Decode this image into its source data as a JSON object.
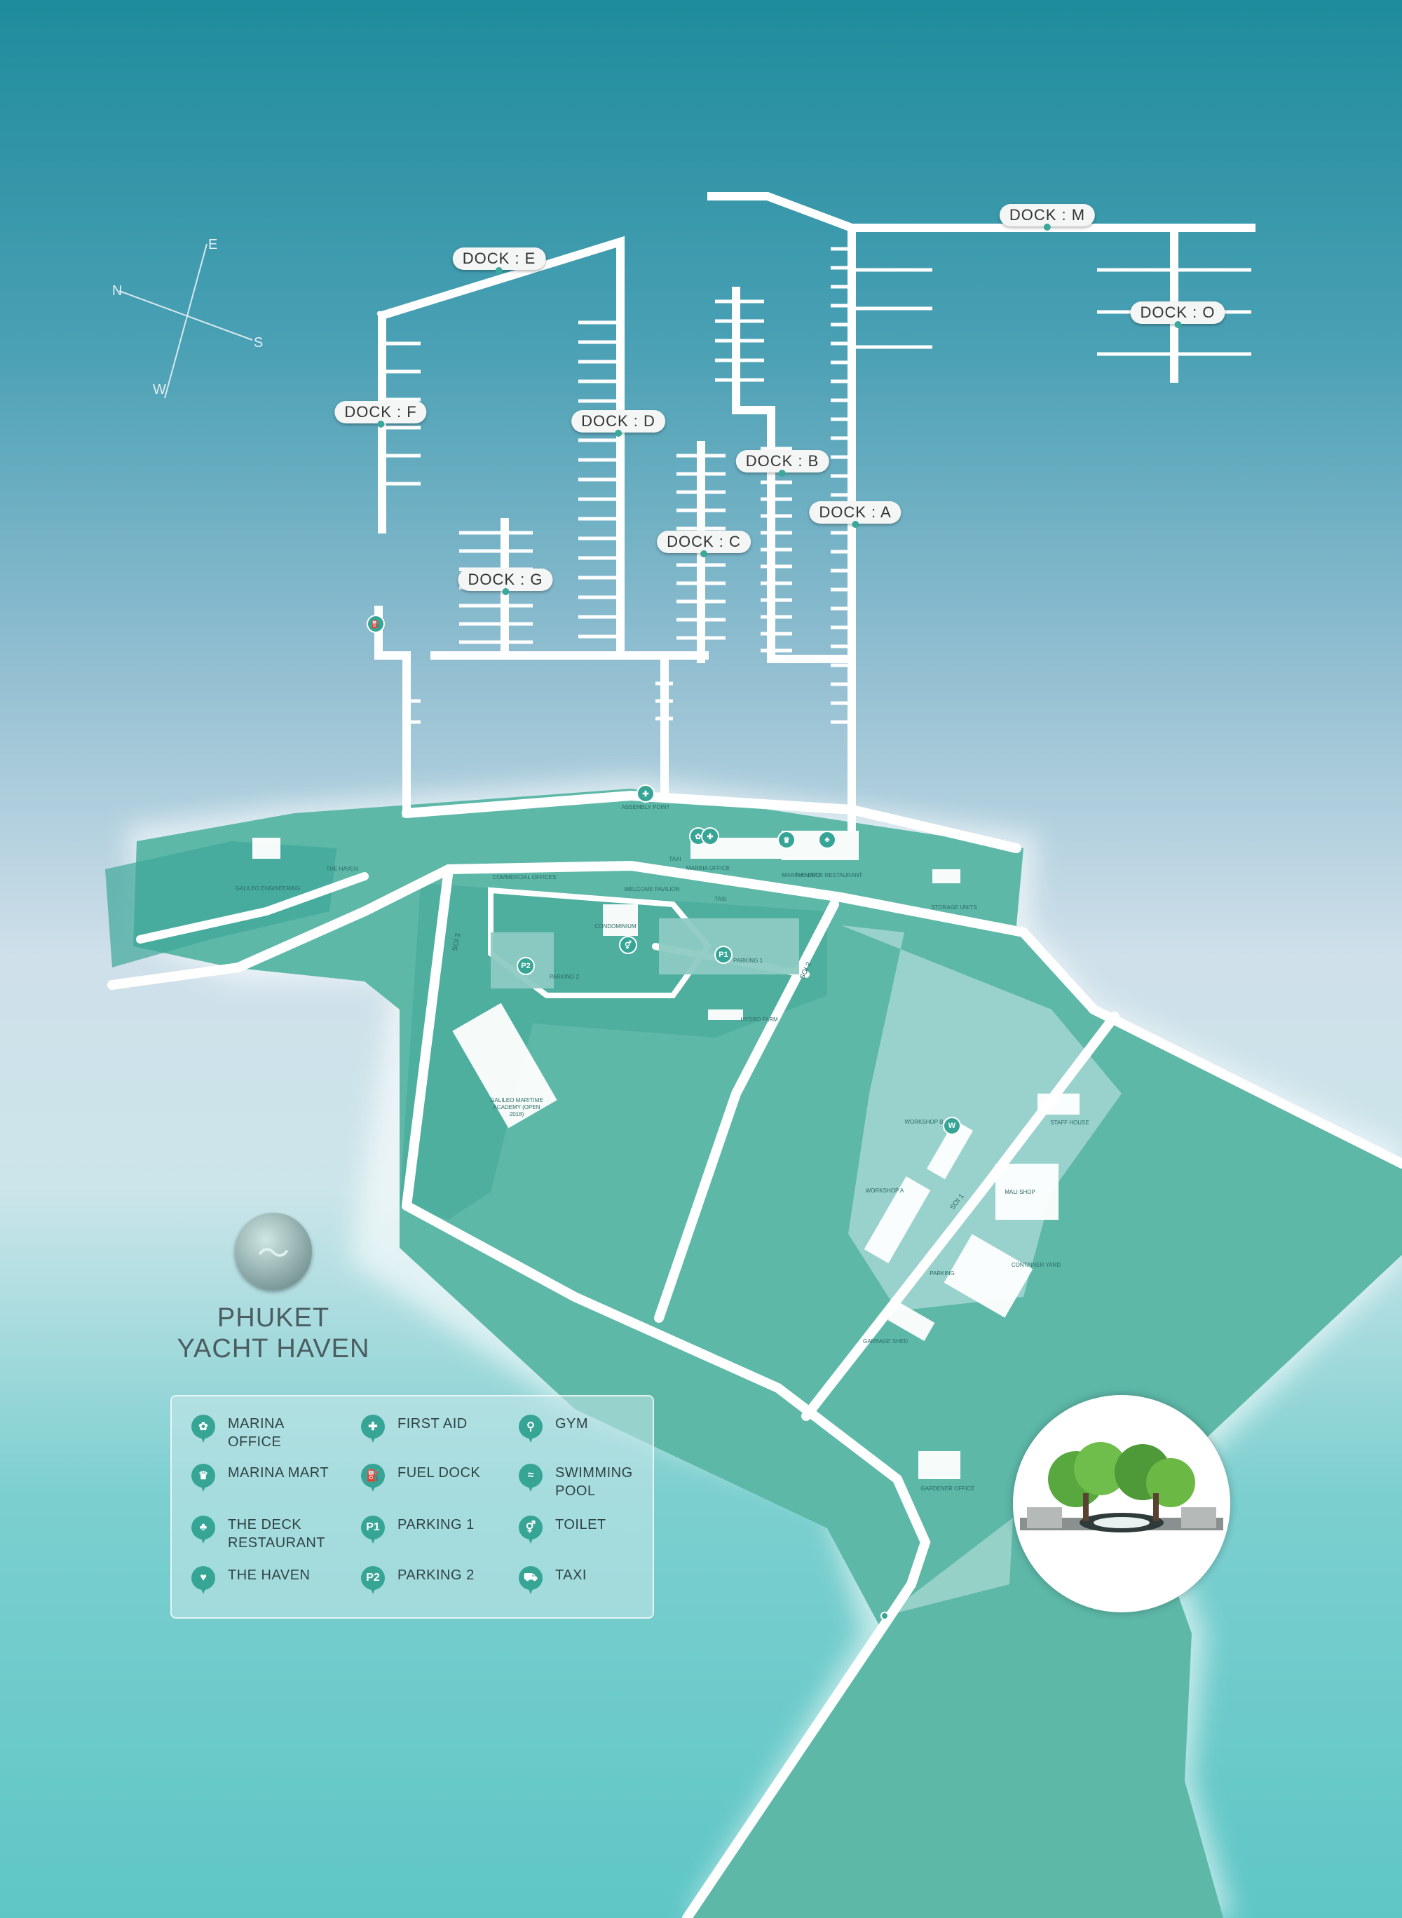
{
  "colors": {
    "land": "#5db8a8",
    "road": "#ffffff",
    "water_top": "#1e8c9c",
    "water_mid": "#cfe0ea",
    "water_bottom": "#5fc6c6",
    "pin": "#36a596"
  },
  "compass": {
    "n": "N",
    "e": "E",
    "s": "S",
    "w": "W"
  },
  "docks": [
    {
      "id": "m",
      "label": "DOCK : M"
    },
    {
      "id": "e",
      "label": "DOCK : E"
    },
    {
      "id": "o",
      "label": "DOCK : O"
    },
    {
      "id": "f",
      "label": "DOCK : F"
    },
    {
      "id": "d",
      "label": "DOCK : D"
    },
    {
      "id": "b",
      "label": "DOCK : B"
    },
    {
      "id": "a",
      "label": "DOCK : A"
    },
    {
      "id": "c",
      "label": "DOCK : C"
    },
    {
      "id": "g",
      "label": "DOCK : G"
    }
  ],
  "map_labels": {
    "assembly_point": "ASSEMBLY POINT",
    "galileo_engineering": "GALILEO ENGINEERING",
    "the_haven": "THE HAVEN",
    "taxi_1": "TAXI",
    "marina_office": "MARINA OFFICE",
    "marina_mart": "MARINA MART",
    "deck_restaurant": "THE DECK RESTAURANT",
    "storage_units": "STORAGE UNITS",
    "commercial_offices": "COMMERCIAL OFFICES",
    "welcome_pavilion": "WELCOME PAVILION",
    "taxi_2": "TAXI",
    "condominium": "CONDOMINIUM",
    "parking_1": "PARKING 1",
    "parking_2": "PARKING 2",
    "soi_3": "SOI 3",
    "soi_2": "SOI 2",
    "soi_1": "SOI 1",
    "hydro_farm": "HYDRO FARM",
    "galileo_academy": "GALILEO MARITIME ACADEMY (OPEN 2018)",
    "workshop_b": "WORKSHOP B",
    "workshop_a": "WORKSHOP A",
    "staff_house": "STAFF HOUSE",
    "mali_shop": "MALI SHOP",
    "container_yard": "CONTAINER YARD",
    "parking": "PARKING",
    "garbage_shed": "GARBAGE SHED",
    "gardener_office": "GARDENER OFFICE"
  },
  "logo": {
    "line1": "PHUKET",
    "line2": "YACHT HAVEN"
  },
  "legend": [
    {
      "icon": "marina-office-icon",
      "glyph": "✿",
      "label": "MARINA OFFICE"
    },
    {
      "icon": "first-aid-icon",
      "glyph": "✚",
      "label": "FIRST AID"
    },
    {
      "icon": "gym-icon",
      "glyph": "⚲",
      "label": "GYM"
    },
    {
      "icon": "marina-mart-icon",
      "glyph": "♛",
      "label": "MARINA MART"
    },
    {
      "icon": "fuel-dock-icon",
      "glyph": "⛽",
      "label": "FUEL DOCK"
    },
    {
      "icon": "swimming-pool-icon",
      "glyph": "≈",
      "label": "SWIMMING POOL"
    },
    {
      "icon": "deck-restaurant-icon",
      "glyph": "♣",
      "label": "THE DECK RESTAURANT"
    },
    {
      "icon": "parking-1-icon",
      "glyph": "P1",
      "label": "PARKING 1"
    },
    {
      "icon": "toilet-icon",
      "glyph": "⚥",
      "label": "TOILET"
    },
    {
      "icon": "the-haven-icon",
      "glyph": "♥",
      "label": "THE HAVEN"
    },
    {
      "icon": "parking-2-icon",
      "glyph": "P2",
      "label": "PARKING 2"
    },
    {
      "icon": "taxi-icon",
      "glyph": "⛟",
      "label": "TAXI"
    }
  ]
}
